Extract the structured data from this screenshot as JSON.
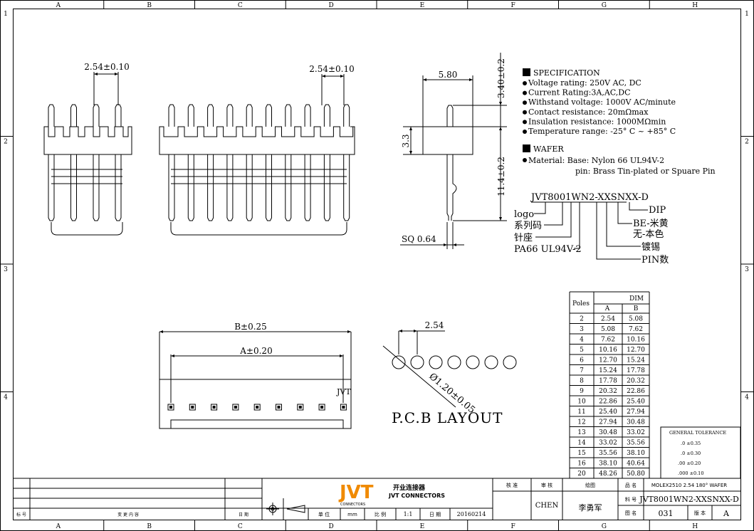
{
  "frame": {
    "columns": [
      "A",
      "B",
      "C",
      "D",
      "E",
      "F",
      "G",
      "H"
    ],
    "rows": [
      "1",
      "2",
      "3",
      "4"
    ]
  },
  "views": {
    "front_small": {
      "pitch": "2.54±0.10"
    },
    "front_large": {
      "pitch": "2.54±0.10"
    },
    "side": {
      "width": "5.80",
      "top": "3.40±0.2",
      "bottom": "11.4±0.2",
      "body": "3.3",
      "sq": "SQ 0.64"
    },
    "bottom_view": {
      "dim_b": "B±0.25",
      "dim_a": "A±0.20",
      "brand": "JVT"
    },
    "pcb": {
      "pitch": "2.54",
      "hole": "Ø1.20±0.05",
      "title": "P.C.B LAYOUT"
    }
  },
  "spec": {
    "heading": "SPECIFICATION",
    "items": [
      "Voltage rating: 250V AC, DC",
      "Current Rating:3A,AC,DC",
      "Withstand voltage: 1000V AC/minute",
      "Contact resistance: 20mΩmax",
      "Insulation resistance: 1000MΩmin",
      "Temperature range: -25° C ~ +85° C"
    ],
    "wafer_heading": "WAFER",
    "material_line1": "Material: Base: Nylon 66 UL94V-2",
    "material_line2": "pin: Brass Tin-plated or Spuare Pin"
  },
  "part_code": {
    "code": "JVT8001WN2-XXSNXX-D",
    "labels": [
      "logo",
      "系列码",
      "针座",
      "PA66 UL94V-2"
    ],
    "labels_right": [
      "DIP",
      "BE-米黄",
      "无-本色",
      "镀锡",
      "PIN数"
    ]
  },
  "dim_table": {
    "col_poles": "Poles",
    "col_dim": "DIM",
    "col_a": "A",
    "col_b": "B",
    "rows": [
      [
        "2",
        "2.54",
        "5.08"
      ],
      [
        "3",
        "5.08",
        "7.62"
      ],
      [
        "4",
        "7.62",
        "10.16"
      ],
      [
        "5",
        "10.16",
        "12.70"
      ],
      [
        "6",
        "12.70",
        "15.24"
      ],
      [
        "7",
        "15.24",
        "17.78"
      ],
      [
        "8",
        "17.78",
        "20.32"
      ],
      [
        "9",
        "20.32",
        "22.86"
      ],
      [
        "10",
        "22.86",
        "25.40"
      ],
      [
        "11",
        "25.40",
        "27.94"
      ],
      [
        "12",
        "27.94",
        "30.48"
      ],
      [
        "13",
        "30.48",
        "33.02"
      ],
      [
        "14",
        "33.02",
        "35.56"
      ],
      [
        "15",
        "35.56",
        "38.10"
      ],
      [
        "16",
        "38.10",
        "40.64"
      ],
      [
        "20",
        "48.26",
        "50.80"
      ]
    ]
  },
  "tolerance": {
    "heading": "GENERAL TOLERANCE",
    "rows": [
      ".0  ±0.35",
      ".0  ±0.30",
      ".00  ±0.20",
      ".000 ±0.10"
    ]
  },
  "title_block": {
    "rev_mark": "标 号",
    "rev_change": "变 更 内 容",
    "rev_date": "日 期",
    "unit_label": "单 位",
    "unit_value": "mm",
    "scale_label": "比 例",
    "scale_value": "1:1",
    "date_label": "日 期",
    "date_value": "20160214",
    "logo_text": "JVT",
    "company_cn": "开业连接器",
    "company_en": "JVT CONNECTORS",
    "logo_sub": "CONNECTORS",
    "approve_label": "核 准",
    "check_label": "审 核",
    "draw_label": "绘图",
    "checker": "CHEN",
    "drafter": "李勇军",
    "name_label": "品 名",
    "name_value": "MOLEX2510 2.54 180° WAFER",
    "part_label": "料 号",
    "part_value": "JVT8001WN2-XXSNXX-D",
    "dwg_label": "图 名",
    "dwg_value": "031",
    "ver_label": "版 本",
    "ver_value": "A"
  }
}
